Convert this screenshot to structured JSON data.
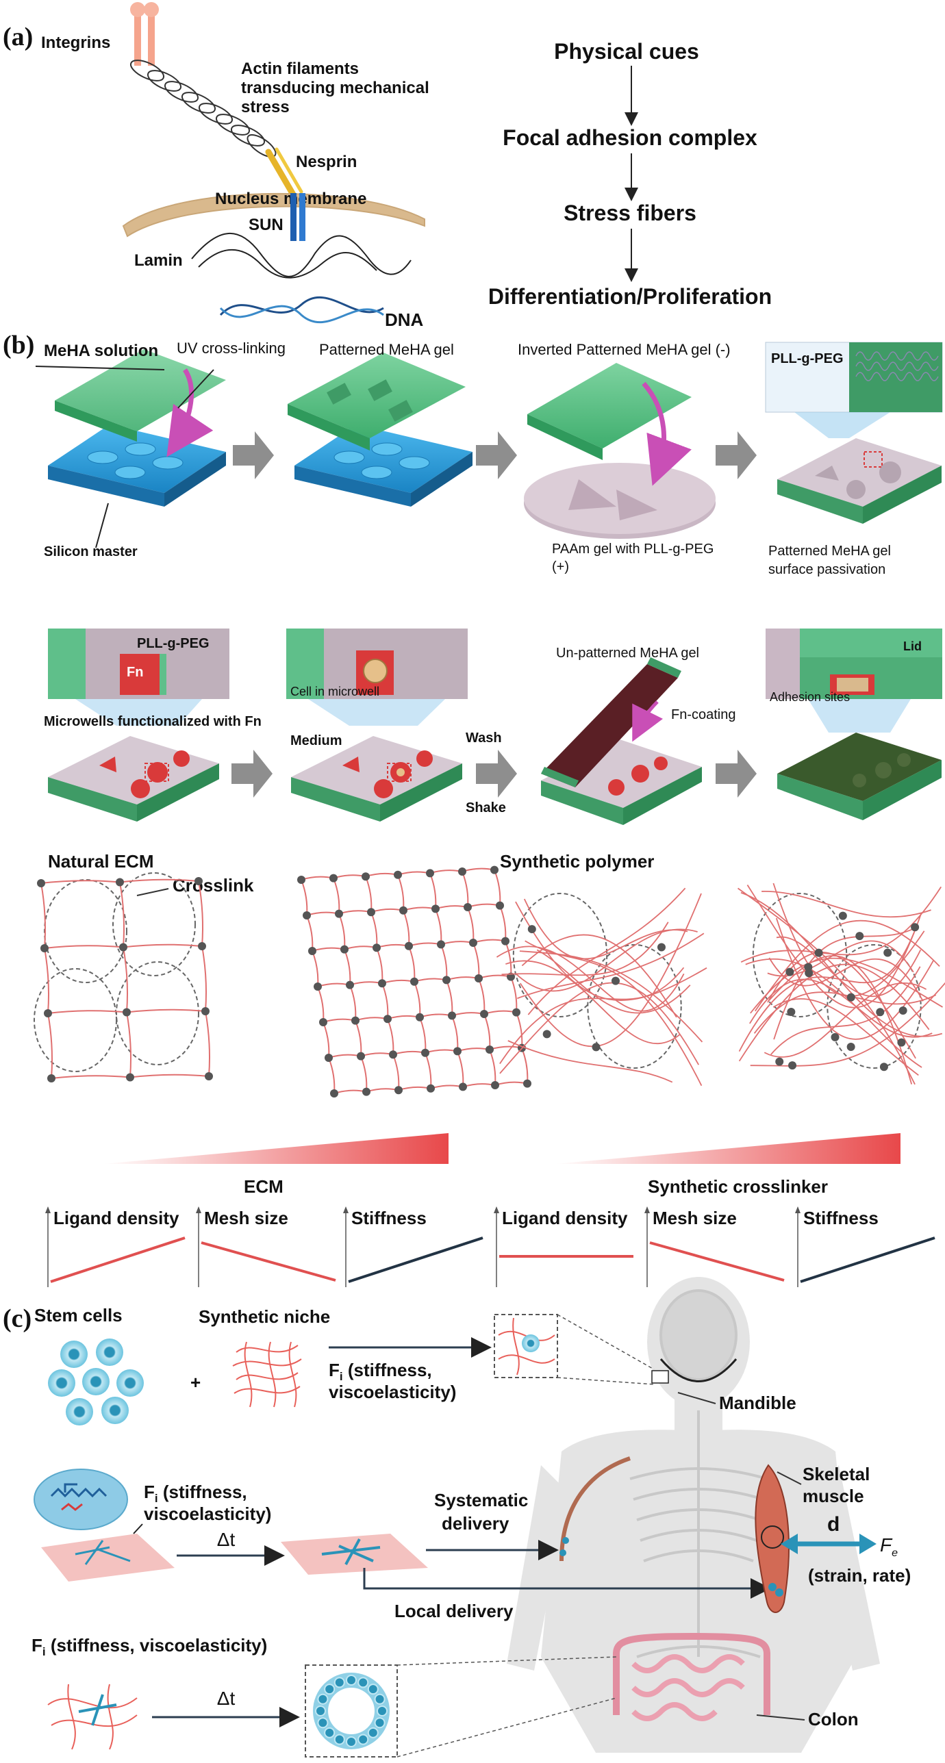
{
  "panel_a": {
    "letter": "(a)",
    "integrins": "Integrins",
    "actin": [
      "Actin filaments",
      "transducing mechanical",
      "stress"
    ],
    "nesprin": "Nesprin",
    "nucleus_membrane": "Nucleus membrane",
    "sun": "SUN",
    "lamin": "Lamin",
    "dna": "DNA",
    "flow": [
      "Physical cues",
      "Focal adhesion complex",
      "Stress fibers",
      "Differentiation/Proliferation"
    ]
  },
  "panel_b": {
    "letter": "(b)",
    "row1": {
      "mehA_solution": "MeHA solution",
      "uv": "UV cross-linking",
      "silicon_master": "Silicon master",
      "patterned_gel": "Patterned MeHA gel",
      "inverted": "Inverted Patterned MeHA gel (-)",
      "paam": [
        "PAAm gel with PLL-g-PEG",
        "(+)"
      ],
      "pll_inset": "PLL-g-PEG",
      "passivation": [
        "Patterned MeHA gel",
        "surface passivation"
      ]
    },
    "row2": {
      "inset1_pll": "PLL-g-PEG",
      "inset1_fn": "Fn",
      "inset2": "Cell in microwell",
      "microwells": "Microwells functionalized with Fn",
      "medium": "Medium",
      "wash": "Wash",
      "shake": "Shake",
      "unpatterned": "Un-patterned MeHA gel",
      "fn_coating": "Fn-coating",
      "lid": "Lid",
      "adhesion": "Adhesion sites"
    },
    "networks": {
      "natural": "Natural ECM",
      "crosslink": "Crosslink",
      "synthetic": "Synthetic polymer",
      "ecm": "ECM",
      "synthetic_crosslinker": "Synthetic crosslinker"
    },
    "mini_plots": [
      {
        "title": "Ligand density",
        "trend": "up",
        "color": "#e05050"
      },
      {
        "title": "Mesh size",
        "trend": "down",
        "color": "#e05050"
      },
      {
        "title": "Stiffness",
        "trend": "up",
        "color": "#223344"
      },
      {
        "title": "Ligand density",
        "trend": "flat",
        "color": "#e05050"
      },
      {
        "title": "Mesh size",
        "trend": "down",
        "color": "#e05050"
      },
      {
        "title": "Stiffness",
        "trend": "up",
        "color": "#223344"
      }
    ]
  },
  "panel_c": {
    "letter": "(c)",
    "stem_cells": "Stem cells",
    "plus": "+",
    "synthetic_niche": "Synthetic niche",
    "fi1": [
      "F",
      "i",
      " (stiffness,"
    ],
    "fi1b": "viscoelasticity)",
    "mandible": "Mandible",
    "fi2": [
      "F",
      "i",
      " (stiffness,"
    ],
    "fi2b": "viscoelasticity)",
    "dt": "Δt",
    "systematic": [
      "Systematic",
      "delivery"
    ],
    "local": "Local delivery",
    "skeletal": [
      "Skeletal",
      "muscle"
    ],
    "d": "d",
    "fe": [
      "F",
      "e"
    ],
    "strain": "(strain, rate)",
    "fi3": [
      "F",
      "i",
      " (stiffness, viscoelasticity)"
    ],
    "dt2": "Δt",
    "colon": "Colon"
  },
  "colors": {
    "green": "#5fc48a",
    "blue": "#2b9fd8",
    "pink": "#c9b7c4",
    "red": "#d93a3a",
    "teal": "#2a93b8",
    "gray": "#8a8a8a",
    "arrow_gray": "#8e8e8e"
  }
}
